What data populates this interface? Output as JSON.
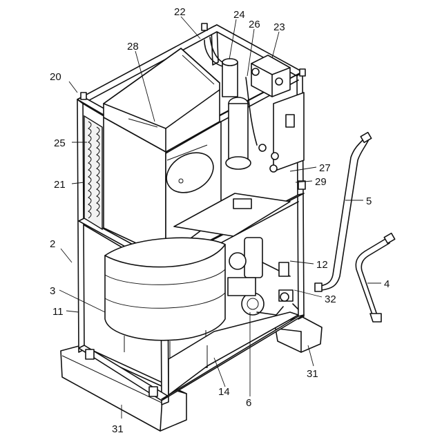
{
  "figure": {
    "labels": {
      "l20": "20",
      "l22": "22",
      "l24": "24",
      "l26": "26",
      "l23": "23",
      "l28": "28",
      "l25": "25",
      "l21": "21",
      "l27": "27",
      "l29": "29",
      "l5": "5",
      "l2": "2",
      "l12": "12",
      "l4": "4",
      "l3": "3",
      "l32": "32",
      "l11": "11",
      "l31a": "31",
      "l14": "14",
      "l6": "6",
      "l31b": "31"
    }
  }
}
